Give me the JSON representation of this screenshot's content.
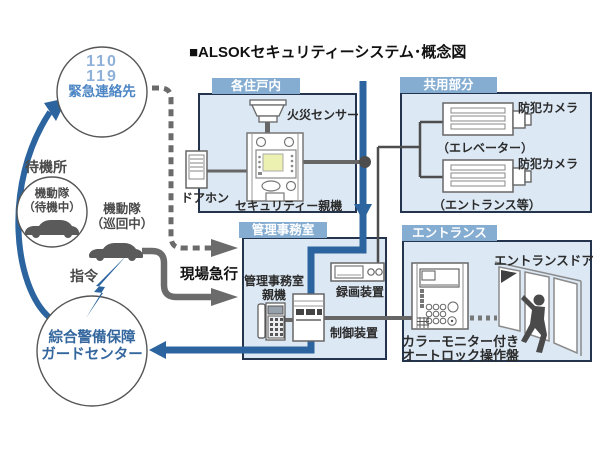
{
  "title": "■ALSOKセキュリティーシステム･概念図",
  "emergency_circle": {
    "line1": "110",
    "line2": "119",
    "line3": "緊急連絡先"
  },
  "standby": {
    "area_label": "待機所",
    "unit_line1": "機動隊",
    "unit_line2": "（待機中）"
  },
  "patrol": {
    "line1": "機動隊",
    "line2": "（巡回中）"
  },
  "command_label": "指令",
  "dispatch_label": "現場急行",
  "guard_center": {
    "line1": "綜合警備保障",
    "line2": "ガードセンター"
  },
  "unit_box": {
    "tab": "各住戸内",
    "fire_sensor_label": "火災センサー",
    "doorphone_label": "ドアホン",
    "master_label": "セキュリティー親機"
  },
  "common_box": {
    "tab": "共用部分",
    "camera1_label": "防犯カメラ",
    "camera1_sub": "（エレベーター）",
    "camera2_label": "防犯カメラ",
    "camera2_sub": "（エントランス等）"
  },
  "office_box": {
    "tab": "管理事務室",
    "master_line1": "管理事務室",
    "master_line2": "親機",
    "recorder_label": "録画装置",
    "controller_label": "制御装置"
  },
  "entrance_box": {
    "tab": "エントランス",
    "door_label": "エントランスドア",
    "panel_line1": "カラーモニター付き",
    "panel_line2": "オートロック操作盤"
  },
  "icons": {
    "lightning": "blue-bolt-shape",
    "car": "sedan-silhouette",
    "fire_sensor": "ceiling-sensor",
    "security_camera": "box-camera",
    "person": "walking-silhouette"
  },
  "colors": {
    "box_fill": "#dce8f4",
    "tab_fill": "#85add2",
    "box_border": "#24344d",
    "flow_blue": "#2b649e",
    "flow_grey": "#6b6b6b",
    "emergency_text": "#4d86c4",
    "guard_text": "#34679e",
    "device_stroke": "#707070"
  }
}
